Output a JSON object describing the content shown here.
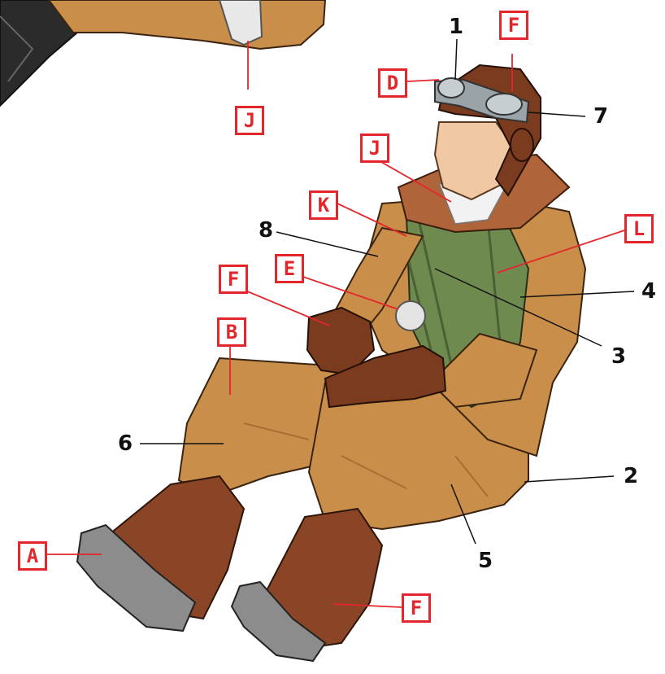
{
  "colors": {
    "flight_suit": "#c98f4a",
    "suit_shadow": "#a86e34",
    "leather_brown": "#7a3b1e",
    "boot_brown": "#8a4526",
    "harness_green": "#6f8a4f",
    "sole_grey": "#8c8c8c",
    "skin": "#f0c9a4",
    "fur_collar": "#b0643a",
    "scarf": "#f2f2f2",
    "callout_red": "#e3262c",
    "number_black": "#111111"
  },
  "callouts": {
    "numbers": [
      {
        "id": "n1",
        "text": "1"
      },
      {
        "id": "n2",
        "text": "2"
      },
      {
        "id": "n3",
        "text": "3"
      },
      {
        "id": "n4",
        "text": "4"
      },
      {
        "id": "n5",
        "text": "5"
      },
      {
        "id": "n6",
        "text": "6"
      },
      {
        "id": "n7",
        "text": "7"
      },
      {
        "id": "n8",
        "text": "8"
      }
    ],
    "letters": [
      {
        "id": "lA",
        "text": "A"
      },
      {
        "id": "lB",
        "text": "B"
      },
      {
        "id": "lD",
        "text": "D"
      },
      {
        "id": "lE",
        "text": "E"
      },
      {
        "id": "lF_helmet",
        "text": "F"
      },
      {
        "id": "lF_glove",
        "text": "F"
      },
      {
        "id": "lF_boot",
        "text": "F"
      },
      {
        "id": "lJ_top",
        "text": "J"
      },
      {
        "id": "lJ_scarf",
        "text": "J"
      },
      {
        "id": "lK",
        "text": "K"
      },
      {
        "id": "lL",
        "text": "L"
      }
    ]
  }
}
